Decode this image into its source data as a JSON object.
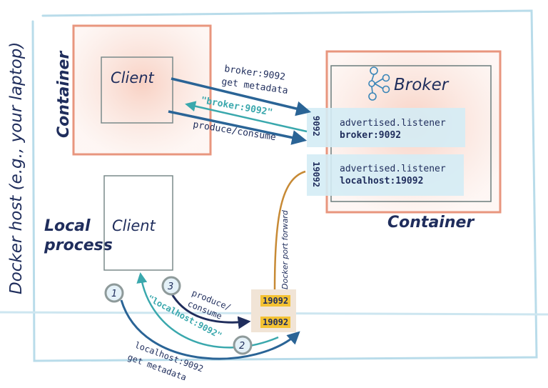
{
  "host": {
    "label": "Docker host (e.g., your laptop)"
  },
  "container_client": {
    "label": "Container",
    "client_label": "Client"
  },
  "container_broker": {
    "label": "Container",
    "broker_label": "Broker",
    "broker_icon": "kafka-icon",
    "listeners": [
      {
        "port": "9092",
        "title": "advertised.listener",
        "value": "broker:9092"
      },
      {
        "port": "19092",
        "title": "advertised.listener",
        "value": "localhost:19092"
      }
    ]
  },
  "top_flow": {
    "request_line1": "broker:9092",
    "request_line2": "get metadata",
    "response": "\"broker:9092\"",
    "data": "produce/consume"
  },
  "local": {
    "label_line1": "Local",
    "label_line2": "process",
    "client_label": "Client"
  },
  "port_forward": {
    "label": "Docker port forward",
    "ports": [
      "19092",
      "19092"
    ]
  },
  "bottom_flow": {
    "step1": "1",
    "step2": "2",
    "step3": "3",
    "request_line1": "localhost:9092",
    "request_line2": "get metadata",
    "response": "\"localhost:9092\"",
    "data_line1": "produce/",
    "data_line2": "consume"
  },
  "colors": {
    "host_border": "#b9dcea",
    "container_border": "#e8967e",
    "container_fill": "#f9d9cf",
    "ink": "#1f2d5c",
    "arrow_blue": "#2a6496",
    "arrow_teal": "#3aa8ad",
    "arrow_navy": "#1f2d5c",
    "listener_fill": "#d4ecf5",
    "port_forward": "#c78a35",
    "port_box": "#f1e4d6",
    "port_highlight": "#f4c233"
  }
}
